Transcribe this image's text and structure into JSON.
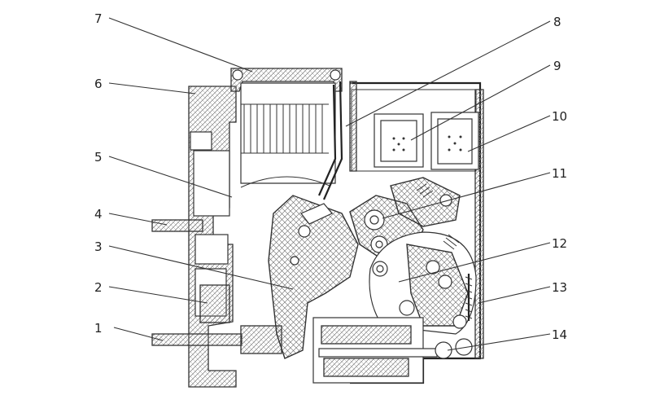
{
  "callouts": [
    {
      "id": "1",
      "text": "1"
    },
    {
      "id": "2",
      "text": "2"
    },
    {
      "id": "3",
      "text": "3"
    },
    {
      "id": "4",
      "text": "4"
    },
    {
      "id": "5",
      "text": "5"
    },
    {
      "id": "6",
      "text": "6"
    },
    {
      "id": "7",
      "text": "7"
    },
    {
      "id": "8",
      "text": "8"
    },
    {
      "id": "9",
      "text": "9"
    },
    {
      "id": "10",
      "text": "10"
    },
    {
      "id": "11",
      "text": "11"
    },
    {
      "id": "12",
      "text": "12"
    },
    {
      "id": "13",
      "text": "13"
    },
    {
      "id": "14",
      "text": "14"
    }
  ],
  "colors": {
    "line": "#333333",
    "background": "#ffffff"
  }
}
